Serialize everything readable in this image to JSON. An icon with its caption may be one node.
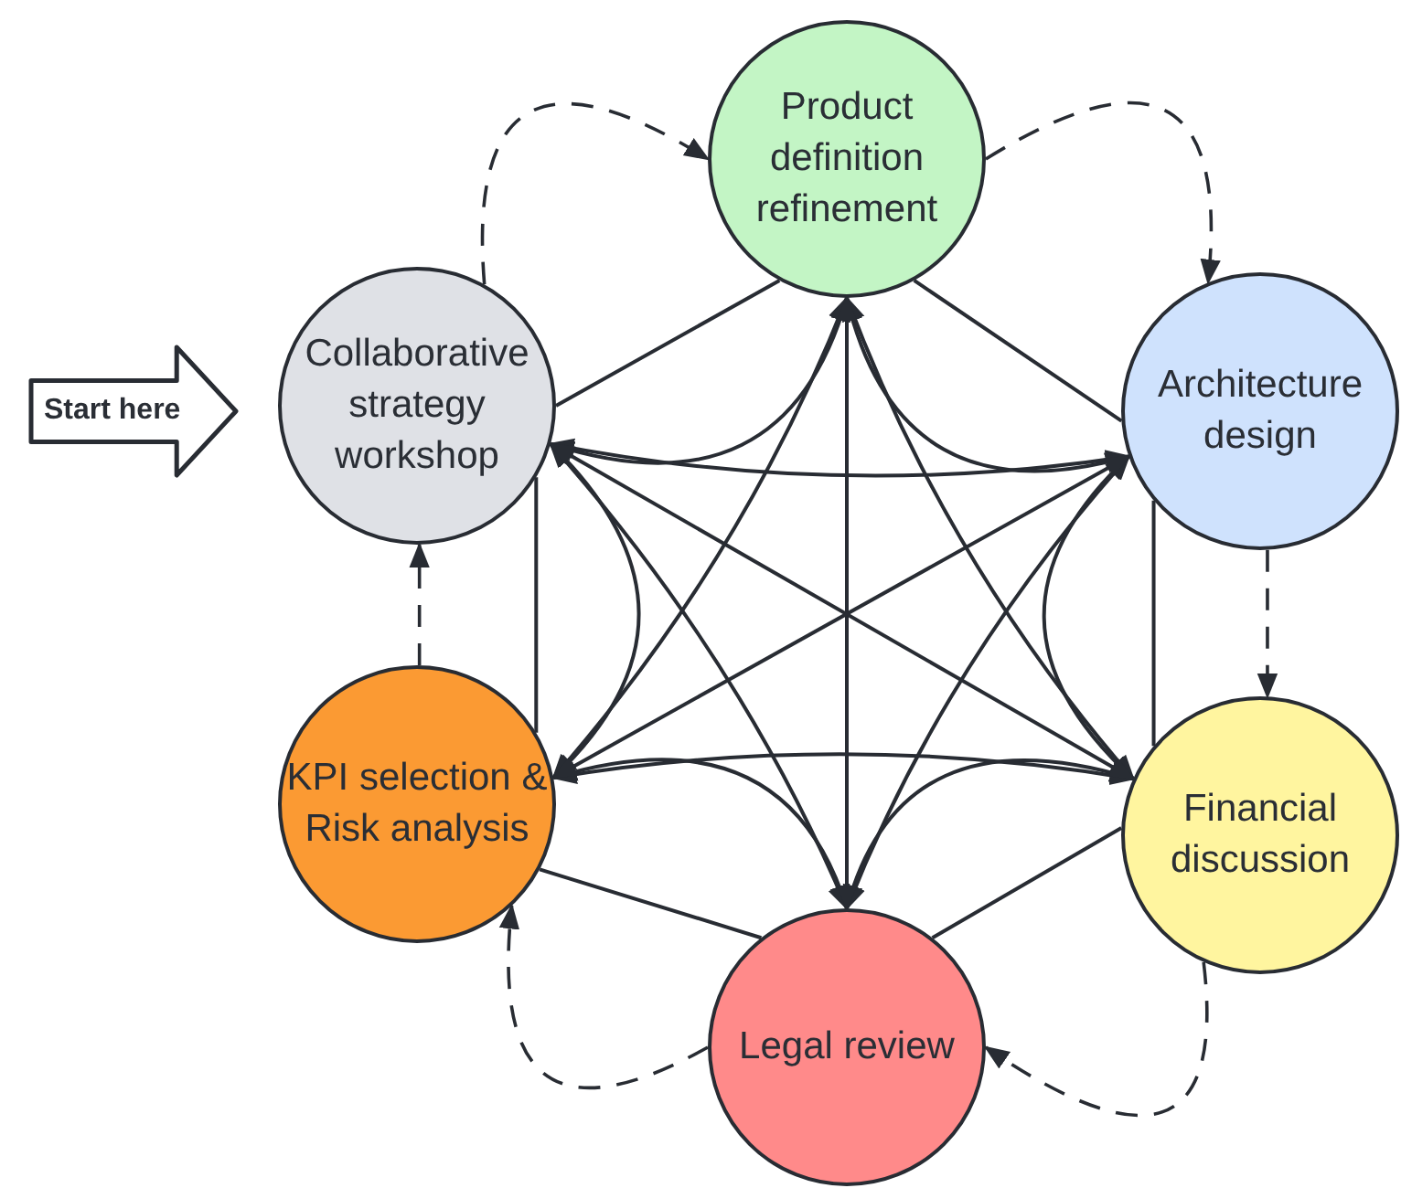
{
  "diagram": {
    "nodes": [
      {
        "text": [
          "Start here"
        ]
      },
      {
        "text": [
          "Collaborative strategy workshop"
        ]
      },
      {
        "text": [
          "Product definition refinement"
        ]
      },
      {
        "text": [
          "Architecture design"
        ]
      },
      {
        "text": [
          "Financial discussion"
        ]
      },
      {
        "text": [
          "Legal review"
        ]
      },
      {
        "text": [
          "KPI selection & Risk analysis"
        ]
      }
    ],
    "edges": [
      {
        "from": 1,
        "to": 2,
        "arrow": "none"
      },
      {
        "from": 2,
        "to": 3,
        "arrow": "none"
      },
      {
        "from": 3,
        "to": 4,
        "arrow": "none"
      },
      {
        "from": 4,
        "to": 5,
        "arrow": "none"
      },
      {
        "from": 5,
        "to": 6,
        "arrow": "none"
      },
      {
        "from": 6,
        "to": 1,
        "arrow": "none"
      },
      {
        "from": 1,
        "to": 2,
        "arrow": "to",
        "style": "dashed"
      },
      {
        "from": 2,
        "to": 3,
        "arrow": "to",
        "style": "dashed"
      },
      {
        "from": 3,
        "to": 4,
        "arrow": "to",
        "style": "dashed"
      },
      {
        "from": 4,
        "to": 5,
        "arrow": "to",
        "style": "dashed"
      },
      {
        "from": 5,
        "to": 6,
        "arrow": "to",
        "style": "dashed"
      },
      {
        "from": 6,
        "to": 1,
        "arrow": "to",
        "style": "dashed"
      },
      {
        "from": 1,
        "to": 2,
        "arrow": "both"
      },
      {
        "from": 2,
        "to": 3,
        "arrow": "both"
      },
      {
        "from": 3,
        "to": 4,
        "arrow": "both"
      },
      {
        "from": 4,
        "to": 5,
        "arrow": "both"
      },
      {
        "from": 5,
        "to": 6,
        "arrow": "both"
      },
      {
        "from": 6,
        "to": 1,
        "arrow": "both"
      },
      {
        "from": 1,
        "to": 3,
        "arrow": "both"
      },
      {
        "from": 2,
        "to": 4,
        "arrow": "both"
      },
      {
        "from": 3,
        "to": 5,
        "arrow": "both"
      },
      {
        "from": 4,
        "to": 6,
        "arrow": "both"
      },
      {
        "from": 5,
        "to": 1,
        "arrow": "both"
      },
      {
        "from": 6,
        "to": 2,
        "arrow": "both"
      },
      {
        "from": 1,
        "to": 4,
        "arrow": "both"
      },
      {
        "from": 2,
        "to": 5,
        "arrow": "both"
      },
      {
        "from": 3,
        "to": 6,
        "arrow": "both"
      }
    ]
  }
}
